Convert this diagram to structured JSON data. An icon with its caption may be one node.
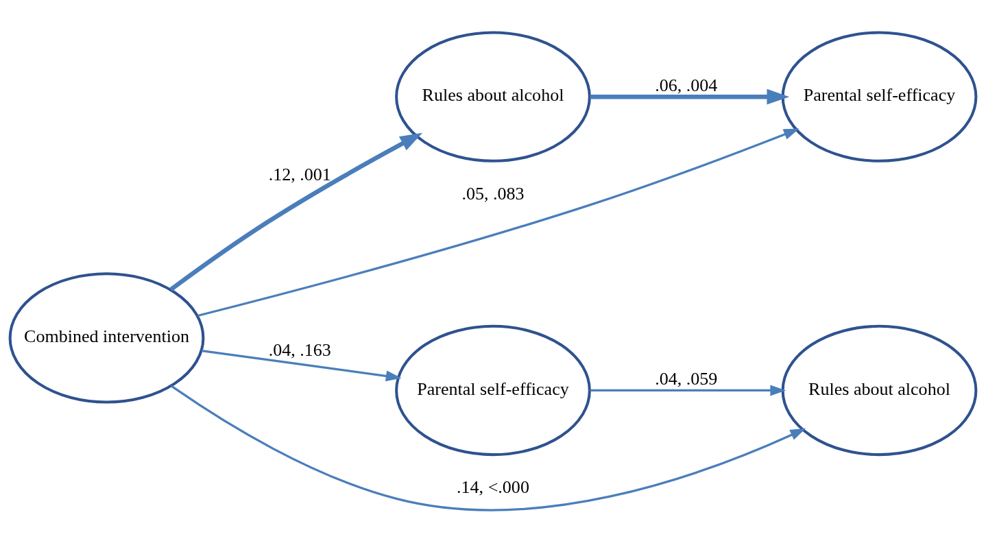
{
  "diagram": {
    "nodes": [
      {
        "text": [
          "Combined intervention"
        ]
      },
      {
        "text": [
          "Rules about alcohol"
        ]
      },
      {
        "text": [
          "Parental self-efficacy"
        ]
      },
      {
        "text": [
          "Parental self-efficacy"
        ]
      },
      {
        "text": [
          "Rules about alcohol"
        ]
      }
    ],
    "edges": [
      {
        "from": 0,
        "to": 2,
        "arrow": "to",
        "label": ".05, .083"
      },
      {
        "from": 0,
        "to": 1,
        "arrow": "to",
        "label": ".12, .001",
        "style": "thick"
      },
      {
        "from": 1,
        "to": 2,
        "arrow": "to",
        "label": ".06, .004",
        "style": "thick"
      },
      {
        "from": 0,
        "to": 3,
        "arrow": "to",
        "label": ".04, .163"
      },
      {
        "from": 3,
        "to": 4,
        "arrow": "to",
        "label": ".04, .059"
      },
      {
        "from": 0,
        "to": 4,
        "arrow": "to",
        "label": ".14, <.000"
      }
    ]
  }
}
